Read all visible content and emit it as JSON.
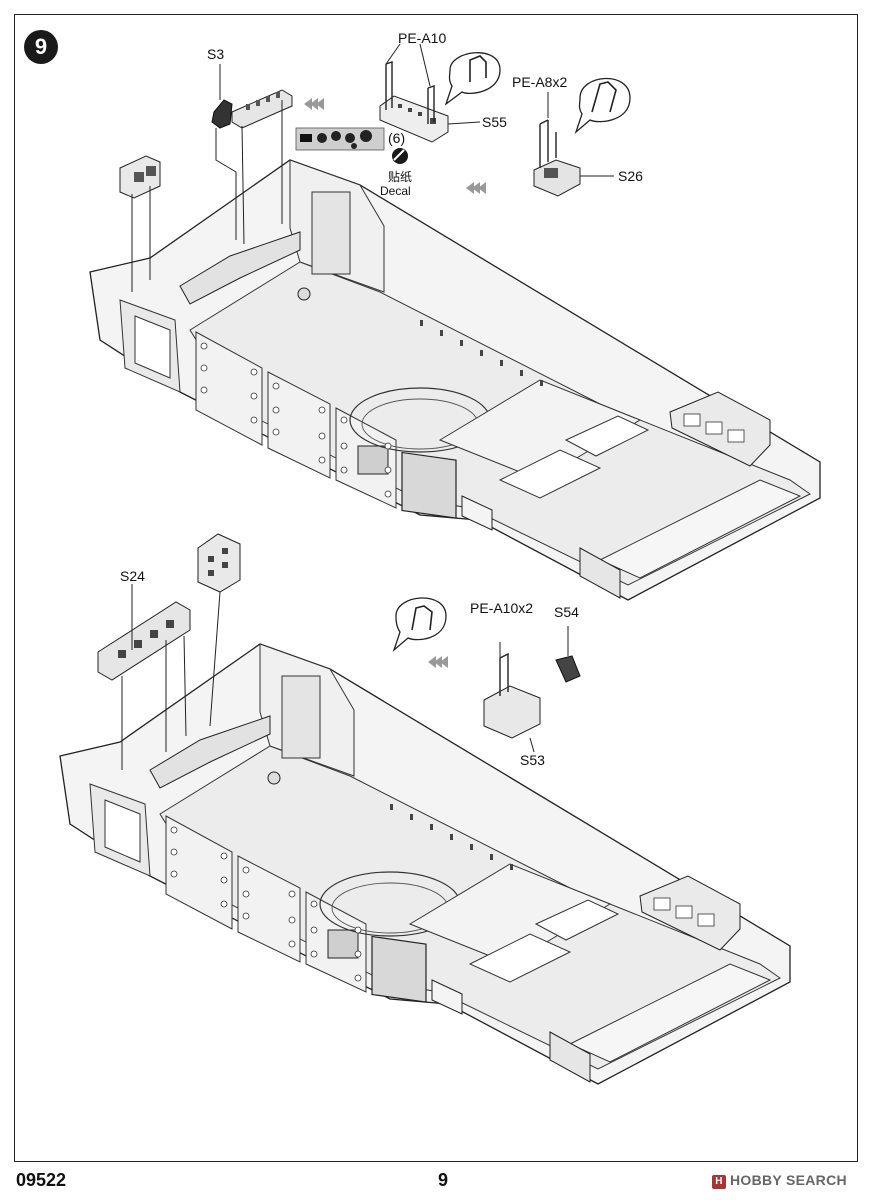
{
  "step": {
    "number": "9"
  },
  "top": {
    "labels": {
      "s3": "S3",
      "pe_a10": "PE-A10",
      "s55": "S55",
      "pe_a8x2": "PE-A8x2",
      "s26": "S26",
      "decal_num": "(6)",
      "decal_cn": "贴纸",
      "decal_en": "Decal"
    }
  },
  "bottom": {
    "labels": {
      "s24": "S24",
      "pe_a10x2": "PE-A10x2",
      "s54": "S54",
      "s53": "S53"
    }
  },
  "footer": {
    "code": "09522",
    "page": "9",
    "brand": "HOBBY SEARCH",
    "brand_mark": "H"
  }
}
